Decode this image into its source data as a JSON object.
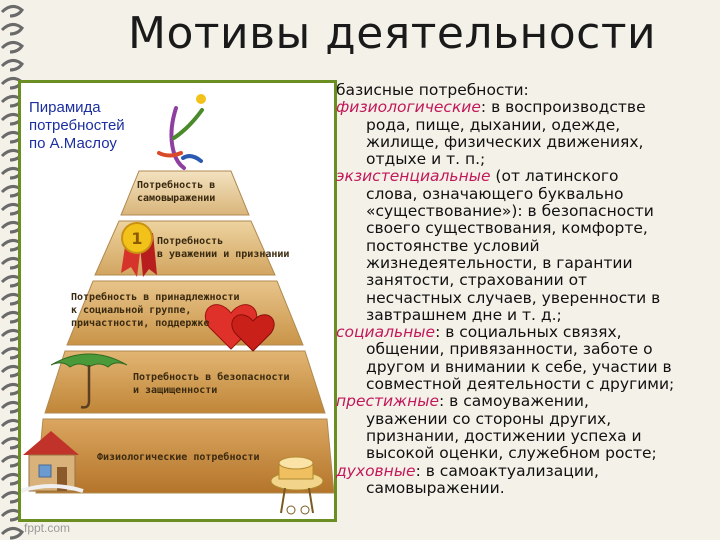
{
  "slide": {
    "title": "Мотивы деятельности",
    "footer": "fppt.com"
  },
  "left": {
    "caption_lines": [
      "Пирамида",
      "потребностей",
      "по А.Маслоу"
    ],
    "pyramid_levels": [
      {
        "lines": [
          "Потребность в",
          "самовыражении"
        ]
      },
      {
        "lines": [
          "Потребность",
          "в уважении и признании"
        ]
      },
      {
        "lines": [
          "Потребность в принадлежности",
          "к социальной группе,",
          "причастности, поддержке"
        ]
      },
      {
        "lines": [
          "Потребность в безопасности",
          "и защищенности"
        ]
      },
      {
        "lines": [
          "Физиологические потребности"
        ]
      }
    ],
    "medal_text": "1"
  },
  "right": {
    "heading": "базисные потребности:",
    "items": [
      {
        "category": "физиологические",
        "first": ": в воспроизводстве",
        "rest": [
          "рода, пище, дыхании, одежде,",
          "жилище, физических движениях,",
          "отдыхе и т. п.;"
        ]
      },
      {
        "category": "экзистенциальные",
        "first": " (от латинского",
        "rest": [
          "слова, означающего буквально",
          "«существование»): в безопасности",
          "своего существования, комфорте,",
          "постоянстве условий",
          "жизнедеятельности, в гарантии",
          "занятости, страховании от",
          "несчастных случаев, уверенности в",
          "завтрашнем дне и т. д.;"
        ]
      },
      {
        "category": "социальные",
        "first": ": в социальных связях,",
        "rest": [
          "общении, привязанности, заботе о",
          "другом и внимании к себе, участии в",
          "совместной деятельности с другими;"
        ]
      },
      {
        "category": "престижные",
        "first": ": в самоуважении,",
        "rest": [
          "уважении со стороны других,",
          "признании, достижении успеха и",
          "высокой оценки, служебном росте;"
        ]
      },
      {
        "category": "духовные",
        "first": ": в самоактуализации,",
        "rest": [
          "самовыражении."
        ]
      }
    ]
  },
  "colors": {
    "accent_category": "#c2185b",
    "caption": "#1c2fa0",
    "frame": "#6b8e23"
  }
}
